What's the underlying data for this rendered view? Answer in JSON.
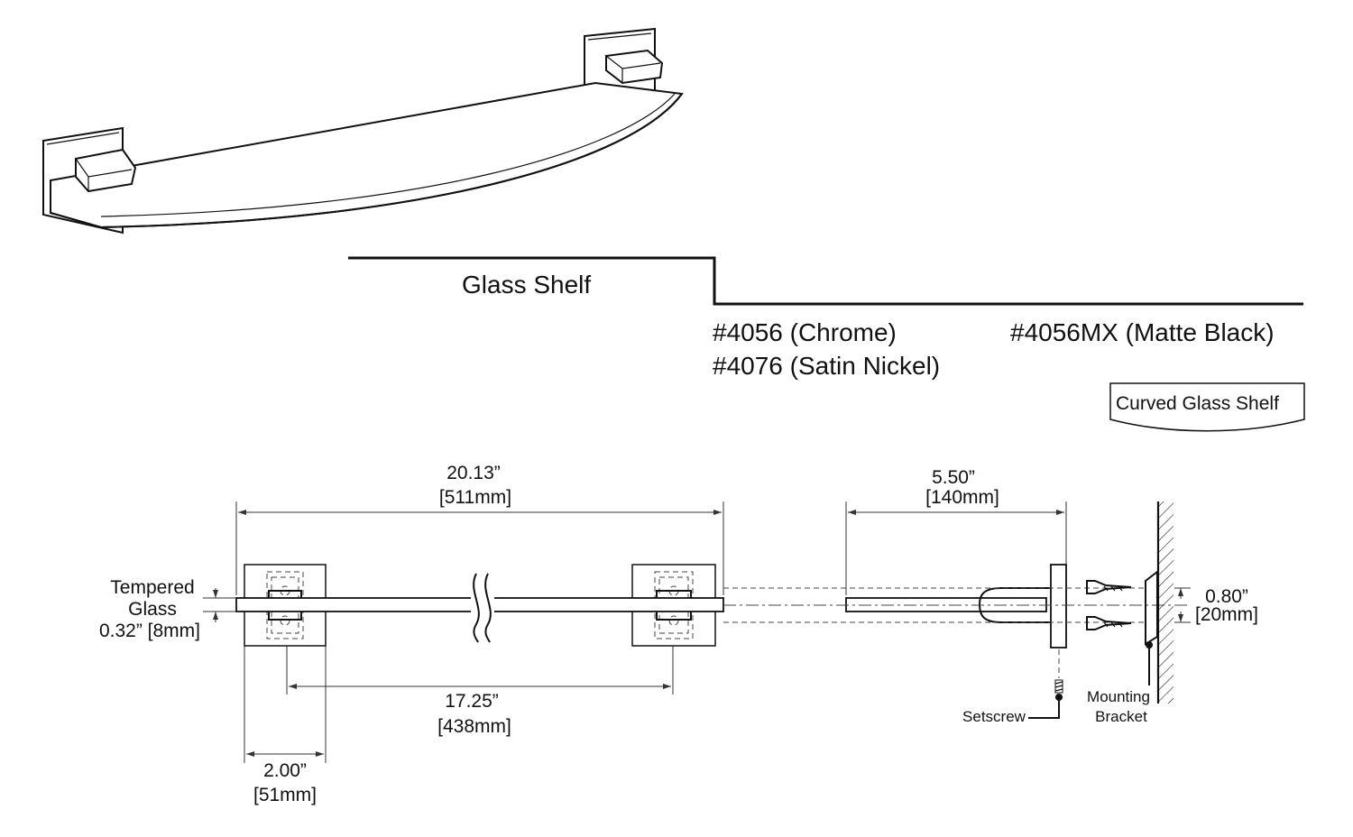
{
  "header": {
    "product_name": "Glass Shelf",
    "models": {
      "chrome": "#4056 (Chrome)",
      "satin_nickel": "#4076 (Satin Nickel)",
      "matte_black": "#4056MX (Matte Black)"
    },
    "shape_badge": "Curved Glass Shelf"
  },
  "front_view": {
    "overall_length": {
      "imperial": "20.13”",
      "metric": "[511mm]"
    },
    "mount_centers": {
      "imperial": "17.25”",
      "metric": "[438mm]"
    },
    "plate_width": {
      "imperial": "2.00”",
      "metric": "[51mm]"
    },
    "glass_label": {
      "line1": "Tempered",
      "line2": "Glass",
      "thickness": "0.32” [8mm]"
    }
  },
  "side_view": {
    "depth": {
      "imperial": "5.50”",
      "metric": "[140mm]"
    },
    "bracket_height": {
      "imperial": "0.80”",
      "metric": "[20mm]"
    },
    "setscrew_label": "Setscrew",
    "bracket_label": {
      "line1": "Mounting",
      "line2": "Bracket"
    }
  },
  "colors": {
    "line": "#111111",
    "dimension": "#333333",
    "background": "#ffffff"
  }
}
